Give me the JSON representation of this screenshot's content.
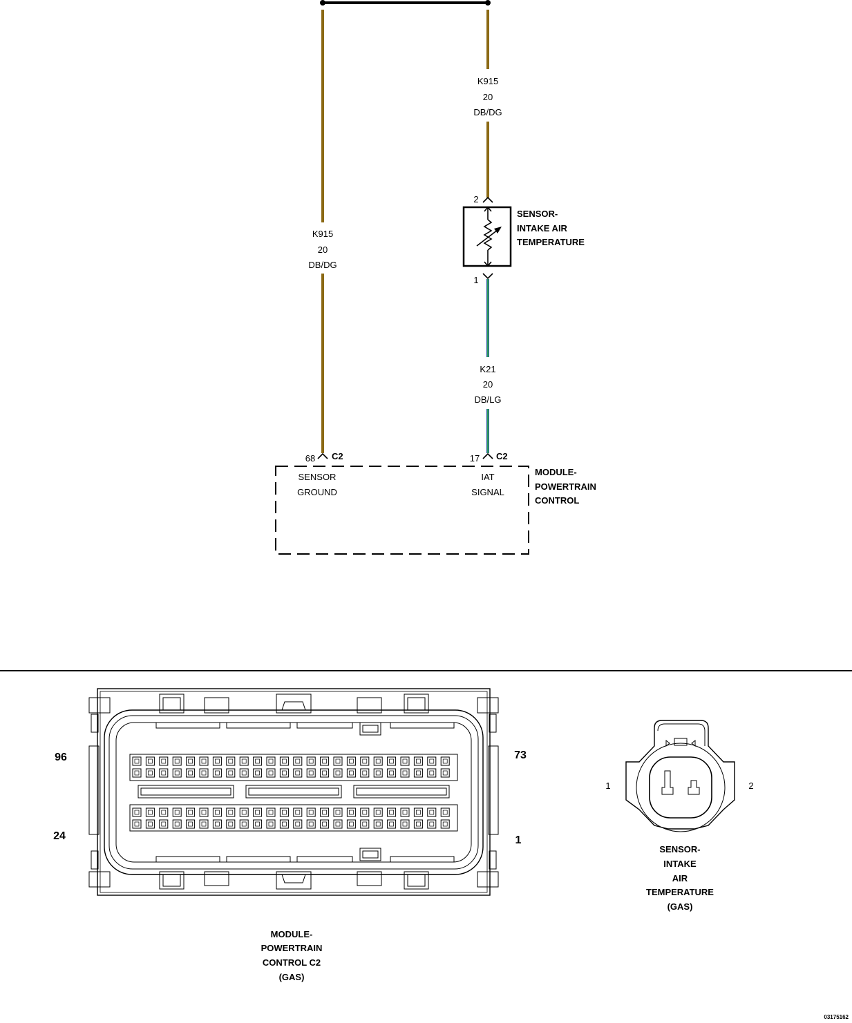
{
  "top_wire_left": {
    "circuit": "K915",
    "gauge": "20",
    "color": "DB/DG"
  },
  "top_wire_right": {
    "circuit": "K915",
    "gauge": "20",
    "color": "DB/DG"
  },
  "signal_wire": {
    "circuit": "K21",
    "gauge": "20",
    "color": "DB/LG"
  },
  "iat_sensor": {
    "pin_top": "2",
    "pin_bottom": "1",
    "title_lines": [
      "SENSOR-",
      "INTAKE AIR",
      "TEMPERATURE"
    ]
  },
  "pcm": {
    "pin_ground": "68",
    "pin_signal": "17",
    "connector": "C2",
    "ground_label_lines": [
      "SENSOR",
      "GROUND"
    ],
    "signal_label_lines": [
      "IAT",
      "SIGNAL"
    ],
    "title_lines": [
      "MODULE-",
      "POWERTRAIN",
      "CONTROL"
    ]
  },
  "pcm_connector_view": {
    "pin_labels": {
      "top_left": "96",
      "bottom_left": "24",
      "top_right": "73",
      "bottom_right": "1"
    },
    "caption_lines": [
      "MODULE-",
      "POWERTRAIN",
      "CONTROL C2",
      "(GAS)"
    ]
  },
  "sensor_connector_view": {
    "pin_labels": {
      "left": "1",
      "right": "2"
    },
    "caption_lines": [
      "SENSOR-",
      "INTAKE",
      "AIR",
      "TEMPERATURE",
      "(GAS)"
    ]
  },
  "figure_id": "03175162",
  "colors": {
    "wire_db": "#8b6914",
    "wire_db_lg_stripe": "#2f9e55",
    "wire_db_lg_base": "#1f4fa3"
  }
}
